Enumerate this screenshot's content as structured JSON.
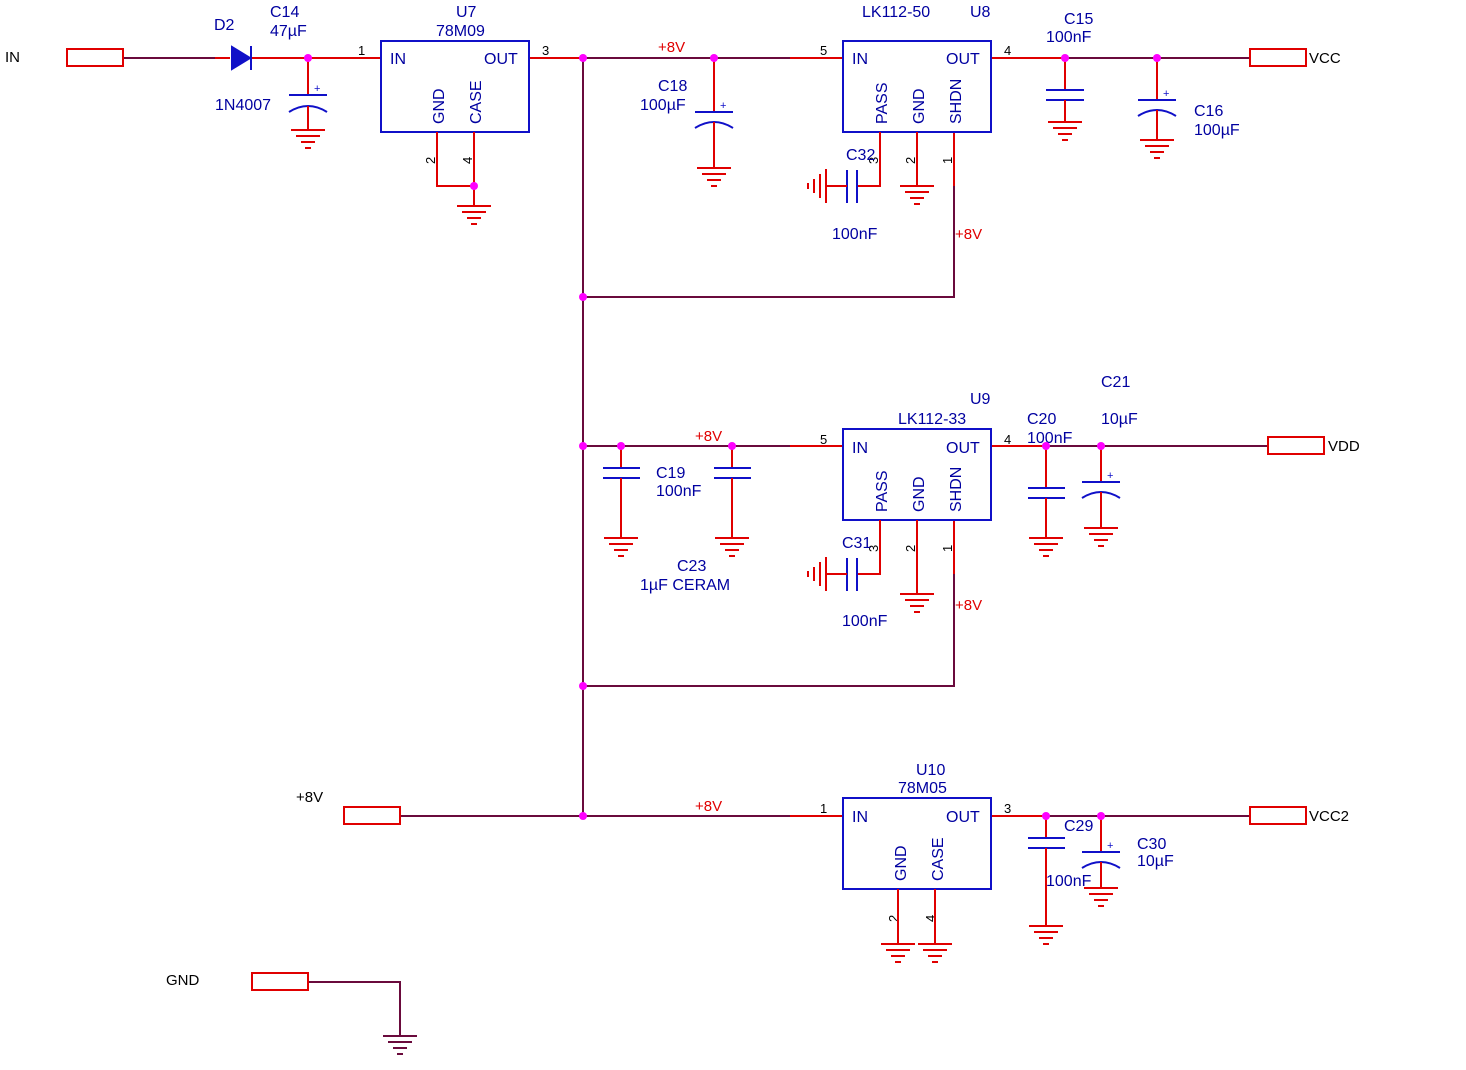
{
  "nets": {
    "in": "IN",
    "vcc": "VCC",
    "vdd": "VDD",
    "vcc2": "VCC2",
    "p8v": "+8V",
    "gnd": "GND"
  },
  "rail_label": "+8V",
  "parts": {
    "d2": {
      "ref": "D2",
      "value": "1N4007"
    },
    "c14": {
      "ref": "C14",
      "value": "47µF"
    },
    "u7": {
      "ref": "U7",
      "value": "78M09",
      "pins": {
        "in": "IN",
        "out": "OUT",
        "gnd": "GND",
        "case": "CASE"
      },
      "nums": {
        "in": "1",
        "out": "3",
        "gnd": "2",
        "case": "4"
      }
    },
    "c18": {
      "ref": "C18",
      "value": "100µF"
    },
    "u8": {
      "ref": "U8",
      "value": "LK112-50",
      "pins": {
        "in": "IN",
        "out": "OUT",
        "pass": "PASS",
        "gnd": "GND",
        "shdn": "SHDN"
      },
      "nums": {
        "in": "5",
        "out": "4",
        "pass": "3",
        "gnd": "2",
        "shdn": "1"
      }
    },
    "c32": {
      "ref": "C32",
      "value": "100nF"
    },
    "c15": {
      "ref": "C15",
      "value": "100nF"
    },
    "c16": {
      "ref": "C16",
      "value": "100µF"
    },
    "u9": {
      "ref": "U9",
      "value": "LK112-33",
      "pins": {
        "in": "IN",
        "out": "OUT",
        "pass": "PASS",
        "gnd": "GND",
        "shdn": "SHDN"
      },
      "nums": {
        "in": "5",
        "out": "4",
        "pass": "3",
        "gnd": "2",
        "shdn": "1"
      }
    },
    "c19": {
      "ref": "C19",
      "value": "100nF"
    },
    "c23": {
      "ref": "C23",
      "value": "1µF CERAM"
    },
    "c31": {
      "ref": "C31",
      "value": "100nF"
    },
    "c20": {
      "ref": "C20",
      "value": "100nF"
    },
    "c21": {
      "ref": "C21",
      "value": "10µF"
    },
    "u10": {
      "ref": "U10",
      "value": "78M05",
      "pins": {
        "in": "IN",
        "out": "OUT",
        "gnd": "GND",
        "case": "CASE"
      },
      "nums": {
        "in": "1",
        "out": "3",
        "gnd": "2",
        "case": "4"
      }
    },
    "c29": {
      "ref": "C29",
      "value": "100nF"
    },
    "c30": {
      "ref": "C30",
      "value": "10µF"
    }
  },
  "colors": {
    "wire": "#6a0a3c",
    "pin": "#e00000",
    "symbol": "#1010c8",
    "junction": "#ff00ff",
    "text_blue": "#0000a0",
    "text_red": "#e00000"
  }
}
